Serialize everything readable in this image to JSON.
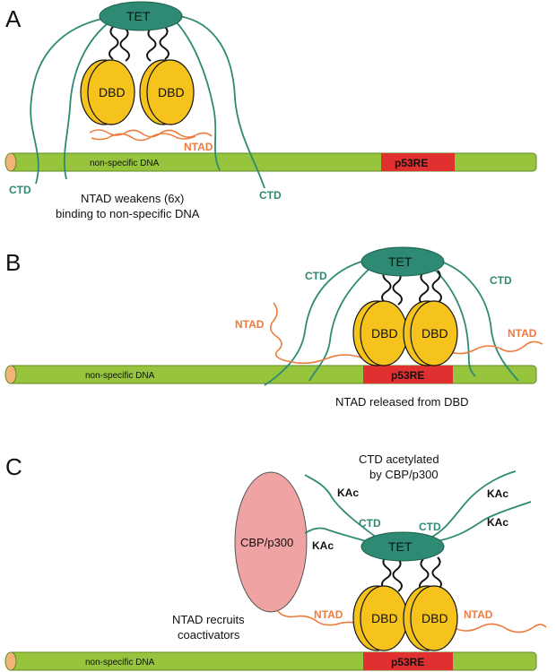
{
  "colors": {
    "dna": "#96c43c",
    "p53re": "#e0302f",
    "tet": "#2e8a73",
    "dbd": "#f5c31c",
    "ntad": "#ee7b3e",
    "ctd": "#2e8a73",
    "cbp": "#efa3a3"
  },
  "panel_a": {
    "letter": "A",
    "tet": "TET",
    "dbd_left": "DBD",
    "dbd_right": "DBD",
    "ntad": "NTAD",
    "ctd_left": "CTD",
    "ctd_right": "CTD",
    "dna_label": "non-specific DNA",
    "re_label": "p53RE",
    "caption_line1": "NTAD weakens (6x)",
    "caption_line2": "binding to non-specific DNA"
  },
  "panel_b": {
    "letter": "B",
    "tet": "TET",
    "dbd_left": "DBD",
    "dbd_right": "DBD",
    "ntad_left": "NTAD",
    "ntad_right": "NTAD",
    "ctd_left": "CTD",
    "ctd_right": "CTD",
    "dna_label": "non-specific DNA",
    "re_label": "p53RE",
    "caption": "NTAD released from DBD"
  },
  "panel_c": {
    "letter": "C",
    "tet": "TET",
    "dbd_left": "DBD",
    "dbd_right": "DBD",
    "ntad_left": "NTAD",
    "ntad_right": "NTAD",
    "ctd_left": "CTD",
    "ctd_right": "CTD",
    "kac_1": "KAc",
    "kac_2": "KAc",
    "kac_3": "KAc",
    "kac_4": "KAc",
    "cbp": "CBP/p300",
    "dna_label": "non-specific DNA",
    "re_label": "p53RE",
    "caption_top_line1": "CTD acetylated",
    "caption_top_line2": "by CBP/p300",
    "caption_left_line1": "NTAD recruits",
    "caption_left_line2": "coactivators"
  }
}
